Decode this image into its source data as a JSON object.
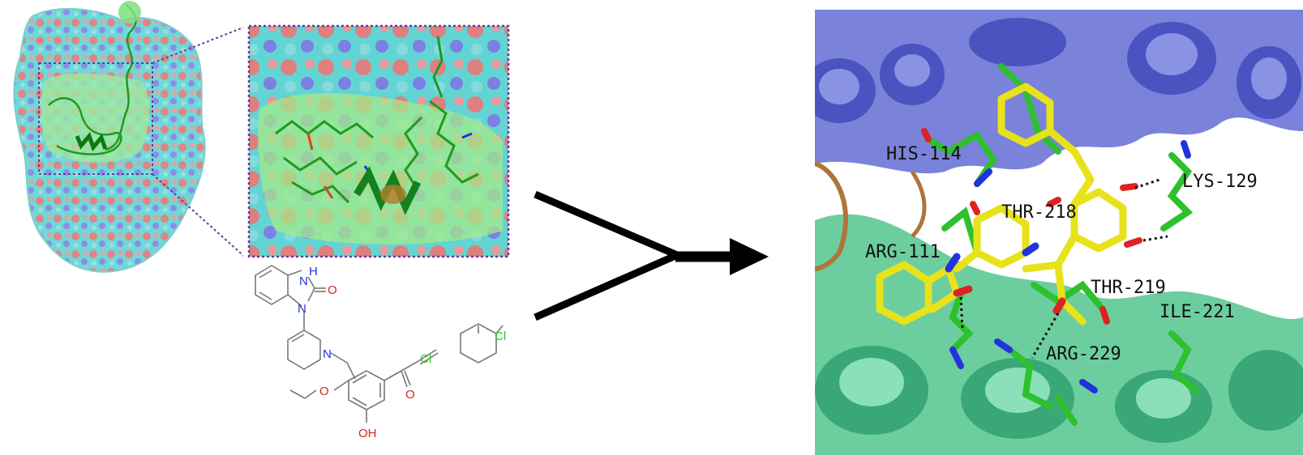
{
  "molecule": {
    "atoms": {
      "nh": "H",
      "n1": "N",
      "o1": "O",
      "n2": "N",
      "n3": "N",
      "cl1": "Cl",
      "cl2": "Cl",
      "o2": "O",
      "o3": "O",
      "oh": "OH"
    }
  },
  "binding_site": {
    "residues": [
      "HIS-114",
      "LYS-129",
      "THR-218",
      "ARG-111",
      "THR-219",
      "ILE-221",
      "ARG-229"
    ]
  },
  "colors": {
    "surface_cyan": "#5fd6d6",
    "surface_red": "#e07a7a",
    "surface_blue": "#6b6fe0",
    "peptide_green": "#2db82d",
    "helix_blue": "#6f78d8",
    "helix_green": "#5ccf9a",
    "ligand_yellow": "#e8e21a",
    "nitrogen_blue": "#2233dd",
    "oxygen_red": "#dd2222",
    "chlorine_green": "#22cc22",
    "frame_purple": "#6a3a9a",
    "arrow_black": "#000000"
  }
}
